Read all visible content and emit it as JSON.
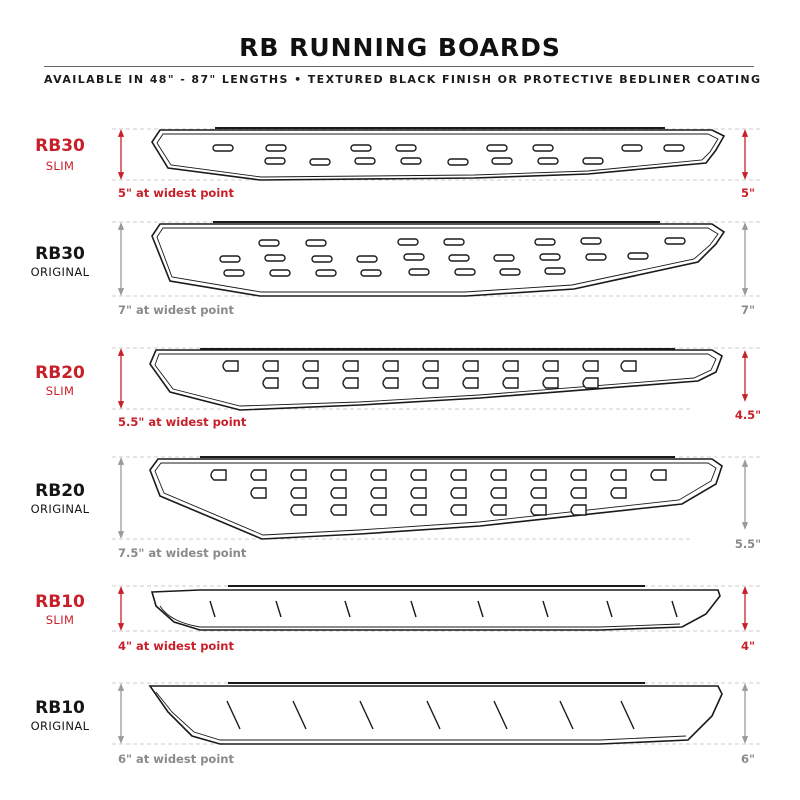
{
  "title": "RB RUNNING BOARDS",
  "subtitle": "AVAILABLE IN 48\" - 87\" LENGTHS   •   TEXTURED BLACK FINISH OR PROTECTIVE BEDLINER COATING",
  "colors": {
    "accent": "#c8202a",
    "muted": "#8a8a8a",
    "outline": "#1a1a1a"
  },
  "boards": [
    {
      "name": "RB30",
      "variant": "SLIM",
      "widest_label": "5\" at widest point",
      "right_label": "5\"",
      "highlight": true
    },
    {
      "name": "RB30",
      "variant": "ORIGINAL",
      "widest_label": "7\" at widest point",
      "right_label": "7\"",
      "highlight": false
    },
    {
      "name": "RB20",
      "variant": "SLIM",
      "widest_label": "5.5\" at widest point",
      "right_label": "4.5\"",
      "highlight": true
    },
    {
      "name": "RB20",
      "variant": "ORIGINAL",
      "widest_label": "7.5\" at widest point",
      "right_label": "5.5\"",
      "highlight": false
    },
    {
      "name": "RB10",
      "variant": "SLIM",
      "widest_label": "4\" at widest point",
      "right_label": "4\"",
      "highlight": true
    },
    {
      "name": "RB10",
      "variant": "ORIGINAL",
      "widest_label": "6\" at widest point",
      "right_label": "6\"",
      "highlight": false
    }
  ]
}
